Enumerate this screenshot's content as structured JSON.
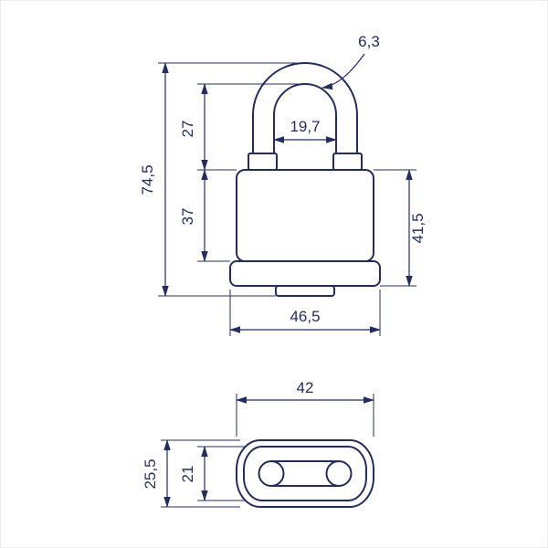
{
  "meta": {
    "drawing_type": "padlock technical dimension drawing",
    "line_color": "#232c63",
    "background_color": "#ffffff",
    "units_separator": "comma"
  },
  "front_view": {
    "dimensions": {
      "overall_height": "74,5",
      "shackle_inner_height": "27",
      "body_height": "37",
      "body_side_height": "41,5",
      "shackle_inner_width": "19,7",
      "shackle_diameter": "6,3",
      "body_width": "46,5"
    }
  },
  "top_view": {
    "dimensions": {
      "width": "42",
      "overall_depth": "25,5",
      "inner_depth": "21"
    }
  }
}
